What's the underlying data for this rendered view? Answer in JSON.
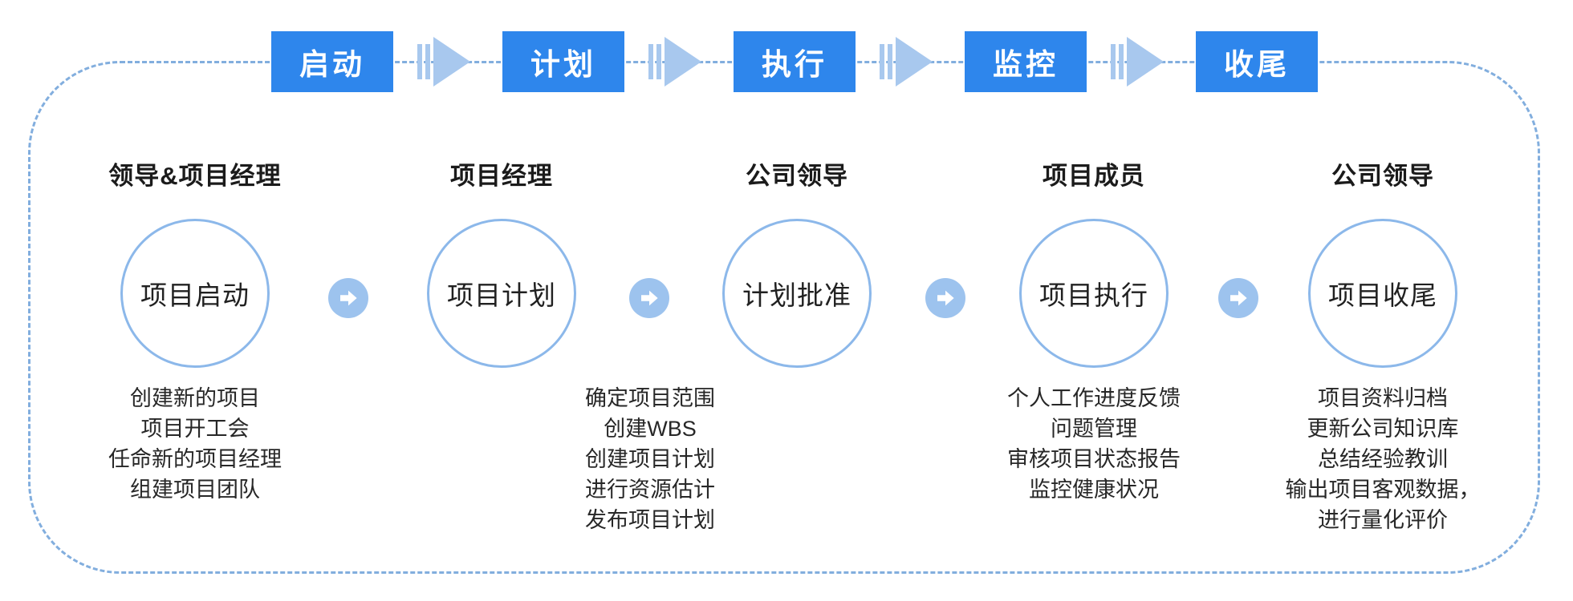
{
  "phases": [
    {
      "label": "启动"
    },
    {
      "label": "计划"
    },
    {
      "label": "执行"
    },
    {
      "label": "监控"
    },
    {
      "label": "收尾"
    }
  ],
  "columns": [
    {
      "role": "领导&项目经理",
      "circle_label": "项目启动",
      "tasks": [
        "创建新的项目",
        "项目开工会",
        "任命新的项目经理",
        "组建项目团队"
      ]
    },
    {
      "role": "项目经理",
      "circle_label": "项目计划",
      "tasks": [
        "确定项目范围",
        "创建WBS",
        "创建项目计划",
        "进行资源估计",
        "发布项目计划"
      ]
    },
    {
      "role": "公司领导",
      "circle_label": "计划批准",
      "tasks": []
    },
    {
      "role": "项目成员",
      "circle_label": "项目执行",
      "tasks": [
        "个人工作进度反馈",
        "问题管理",
        "审核项目状态报告",
        "监控健康状况"
      ]
    },
    {
      "role": "公司领导",
      "circle_label": "项目收尾",
      "tasks": [
        "项目资料归档",
        "更新公司知识库",
        "总结经验教训",
        "输出项目客观数据，",
        "进行量化评价"
      ]
    }
  ],
  "colors": {
    "phase_box_blue": "#2e86ec",
    "striped_arrow_blue": "#a8c8ee",
    "arrow_circle_blue": "#9dc3ee",
    "circle_border_blue": "#8cb8ea",
    "frame_dash_blue": "#82aede"
  }
}
